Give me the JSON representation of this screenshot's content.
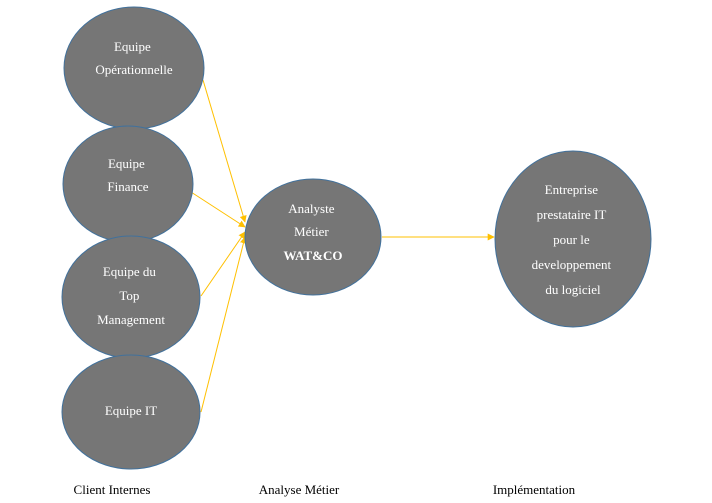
{
  "colors": {
    "node_fill": "#767676",
    "node_stroke": "#41719c",
    "edge": "#ffc000",
    "node_text": "#ffffff",
    "label_text": "#000000"
  },
  "nodes": {
    "equipe_operationnelle": {
      "lines": [
        "Equipe",
        "Opérationnelle"
      ]
    },
    "equipe_finance": {
      "lines": [
        "Equipe",
        "Finance"
      ]
    },
    "equipe_top_management": {
      "lines": [
        "Equipe du",
        "Top",
        "Management"
      ]
    },
    "equipe_it": {
      "lines": [
        "Equipe IT"
      ]
    },
    "analyste_metier": {
      "lines": [
        "Analyste",
        "Métier",
        "WAT&CO"
      ]
    },
    "entreprise_prestataire": {
      "lines": [
        "Entreprise",
        "prestataire IT",
        "pour le",
        "developpement",
        "du logiciel"
      ]
    }
  },
  "columns": {
    "client_internes": "Client Internes",
    "analyse_metier": "Analyse Métier",
    "implementation": "Implémentation"
  }
}
